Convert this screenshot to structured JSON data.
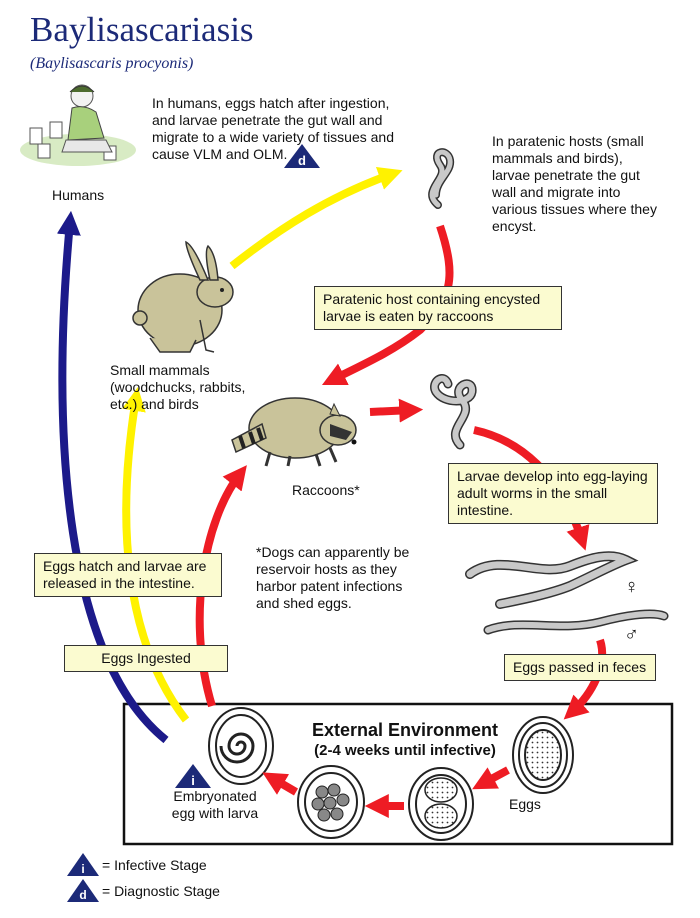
{
  "title": "Baylisascariasis",
  "subtitle": "(Baylisascaris procyonis)",
  "humans_text": "In humans, eggs hatch after ingestion, and larvae penetrate the gut wall and migrate to a wide variety of tissues and cause VLM and OLM.",
  "humans_label": "Humans",
  "paratenic_text": "In paratenic hosts (small mammals and birds), larvae penetrate the gut wall and migrate into various tissues where they encyst.",
  "small_mammals_label": "Small mammals (woodchucks, rabbits, etc.) and birds",
  "box_paratenic_eaten": "Paratenic host containing encysted larvae is eaten by raccoons",
  "raccoons_label": "Raccoons*",
  "box_larvae_develop": "Larvae develop into egg-laying adult worms in the small intestine.",
  "dogs_note": "*Dogs can apparently be reservoir hosts as they harbor patent infections and shed eggs.",
  "box_eggs_hatch": "Eggs hatch and larvae are released in the intestine.",
  "box_eggs_ingested": "Eggs Ingested",
  "box_eggs_feces": "Eggs passed in feces",
  "female_symbol": "♀",
  "male_symbol": "♂",
  "env_title": "External Environment",
  "env_subtitle": "(2-4 weeks until infective)",
  "embryonated_label": "Embryonated egg with larva",
  "eggs_label": "Eggs",
  "stage_i": "i",
  "stage_d": "d",
  "legend_infective": "= Infective Stage",
  "legend_diagnostic": "= Diagnostic Stage",
  "colors": {
    "title": "#1c2a78",
    "red_arrow": "#ee1c24",
    "yellow_arrow": "#fff200",
    "blue_arrow": "#1c1a8a",
    "box_fill": "#fbfbd0",
    "stage_triangle": "#1c2a78",
    "animal_fill": "#c9c39a",
    "worm_fill": "#c9c9c9"
  }
}
